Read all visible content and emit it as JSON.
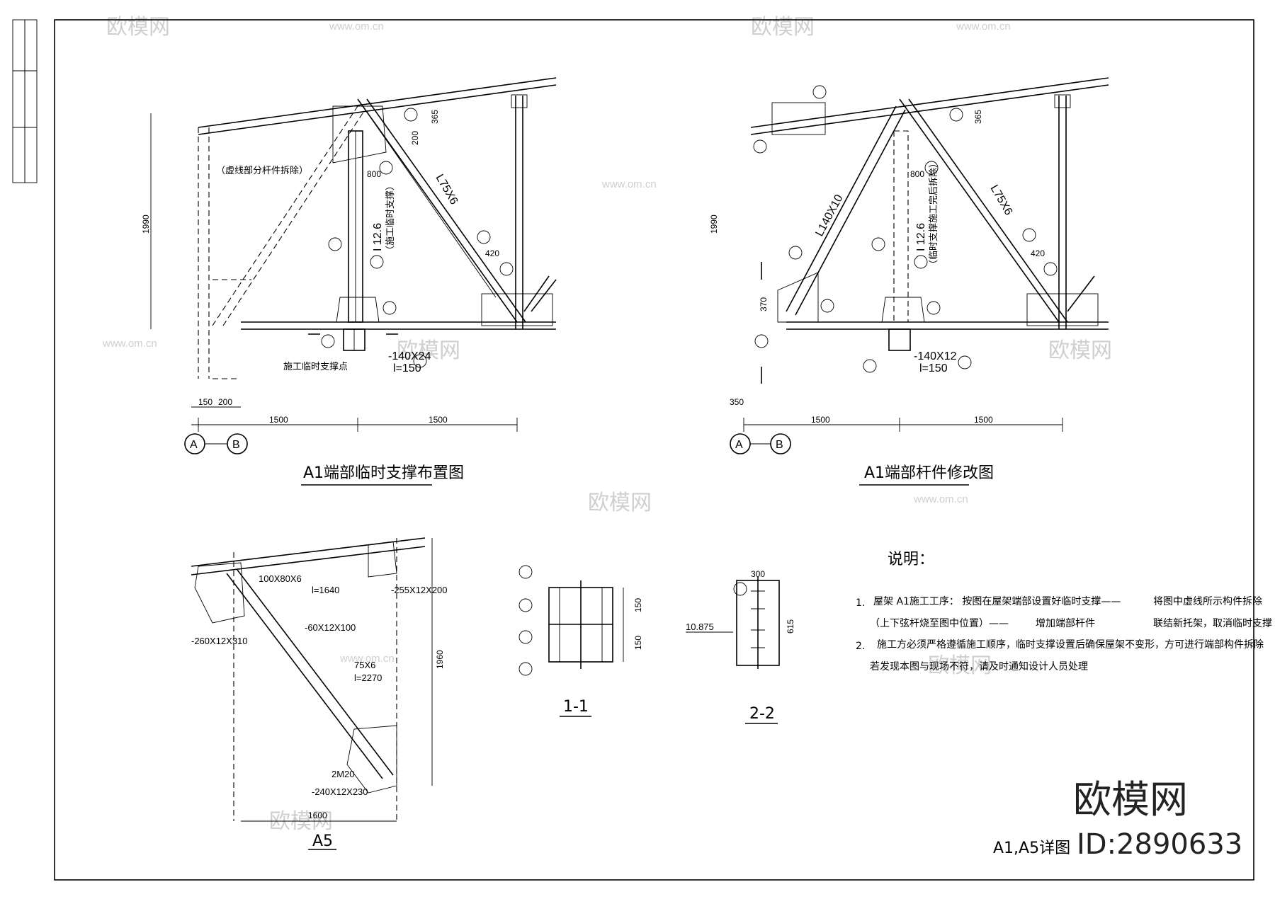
{
  "drawing": {
    "left_title": "A1端部临时支撑布置图",
    "right_title": "A1端部杆件修改图",
    "detail_a5_title": "A5",
    "section_1_title": "1-1",
    "section_2_title": "2-2",
    "sheet_label": "A1,A5详图",
    "axis_a": "A",
    "axis_b": "B",
    "left_notes": {
      "virtual_part": "（虚线部分杆件拆除）",
      "temp_support_point": "施工临时支撑点",
      "temp_support_member": "（施工临时支撑）",
      "member_i": "I 12.6",
      "member_l75": "L75X6",
      "plate": "-140X24",
      "plate_len": "l=150"
    },
    "right_notes": {
      "member_l140": "L140X10",
      "member_i": "I 12.6",
      "member_l75": "L75X6",
      "plate": "-140X12",
      "plate_len": "l=150",
      "temp_support": "（临时支撑施工完后拆除）"
    },
    "a5_labels": {
      "t100": "100X80X6",
      "t100_len": "l=1640",
      "plate_255": "-255X12X200",
      "plate_60": "-60X12X100",
      "plate_260": "-260X12X310",
      "t75": "75X6",
      "t75_len": "l=2270",
      "bolt": "2M20",
      "plate_240": "-240X12X230"
    },
    "section2_elev": "10.875",
    "dims": {
      "d1500": "1500",
      "d1990": "1990",
      "d150": "150",
      "d200": "200",
      "d420": "420",
      "d365": "365",
      "d800": "800",
      "d350": "350",
      "d370": "370",
      "d1600": "1600",
      "d1960": "1960",
      "d300": "300",
      "d615": "615"
    }
  },
  "notes": {
    "heading": "说明：",
    "item1_num": "1.",
    "item1_a": "屋架 A1施工工序： 按图在屋架端部设置好临时支撑——",
    "item1_b": "将图中虚线所示构件拆除",
    "item1_c": "（上下弦杆烧至图中位置）——",
    "item1_d": "增加端部杆件",
    "item1_e": "联结新托架，取消临时支撑",
    "item2_num": "2.",
    "item2_a": "施工方必须严格遵循施工顺序，临时支撑设置后确保屋架不变形，方可进行端部构件拆除",
    "item2_b": "若发现本图与现场不符，请及时通知设计人员处理"
  },
  "watermark": {
    "brand": "欧模网",
    "url": "www.om.cn",
    "logo": "欧模网",
    "id": "ID:2890633"
  }
}
